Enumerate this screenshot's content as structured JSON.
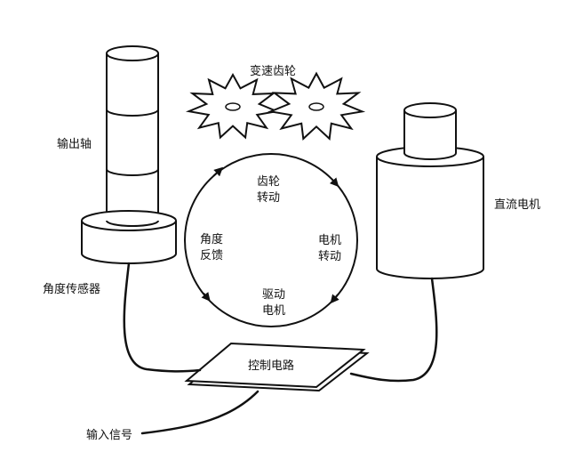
{
  "labels": {
    "gearbox": "变速齿轮",
    "output_shaft": "输出轴",
    "dc_motor": "直流电机",
    "angle_sensor": "角度传感器",
    "control_circuit": "控制电路",
    "input_signal": "输入信号",
    "cycle_top": [
      "齿轮",
      "转动"
    ],
    "cycle_right": [
      "电机",
      "转动"
    ],
    "cycle_bottom": [
      "驱动",
      "电机"
    ],
    "cycle_left": [
      "角度",
      "反馈"
    ]
  },
  "colors": {
    "stroke": "#111111",
    "fill": "#ffffff",
    "text": "#111111"
  }
}
